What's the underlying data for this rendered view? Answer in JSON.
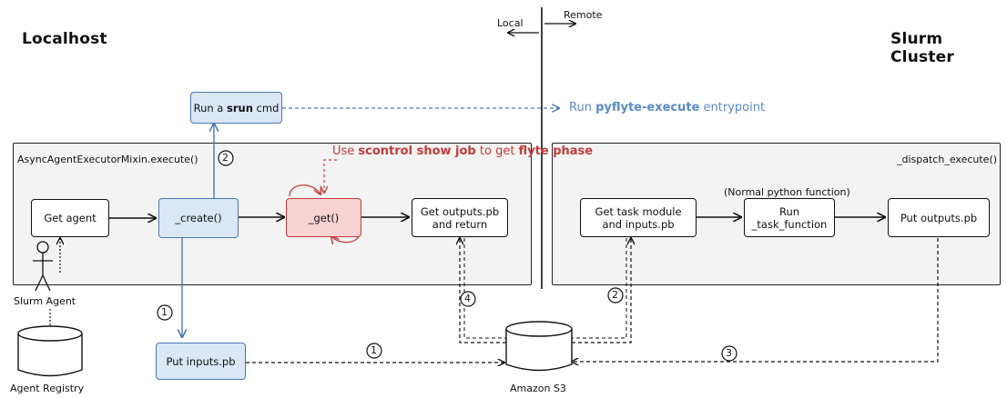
{
  "headers": {
    "localhost": "Localhost",
    "slurm_cluster": "Slurm Cluster",
    "local": "Local",
    "remote": "Remote"
  },
  "panels": {
    "left_title": "AsyncAgentExecutorMixin.execute()",
    "right_title": "_dispatch_execute()"
  },
  "nodes": {
    "run_srun_pre": "Run a ",
    "run_srun_bold": "srun",
    "run_srun_post": " cmd",
    "get_agent": "Get agent",
    "create": "_create()",
    "get": "_get()",
    "get_outputs_line1": "Get outputs.pb",
    "get_outputs_line2": "and return",
    "put_inputs": "Put inputs.pb",
    "get_task_line1": "Get task module",
    "get_task_line2": "and inputs.pb",
    "run_task_line1": "Run",
    "run_task_line2": "_task_function",
    "put_outputs": "Put outputs.pb",
    "normal_python": "(Normal python function)"
  },
  "labels": {
    "pyflyte_pre": "Run ",
    "pyflyte_bold": "pyflyte-execute",
    "pyflyte_post": " entrypoint",
    "scontrol_pre": "Use ",
    "scontrol_bold": "scontrol show job",
    "scontrol_mid": " to get ",
    "scontrol_bold2": "flyte phase",
    "slurm_agent": "Slurm Agent",
    "agent_registry": "Agent Registry",
    "amazon_s3": "Amazon S3"
  },
  "steps": {
    "s2_local": "2",
    "s1_local": "1",
    "s1_mid": "1",
    "s4": "4",
    "s2_remote": "2",
    "s3": "3"
  },
  "colors": {
    "blue": "#4a78b4",
    "red": "#c43b3b"
  }
}
